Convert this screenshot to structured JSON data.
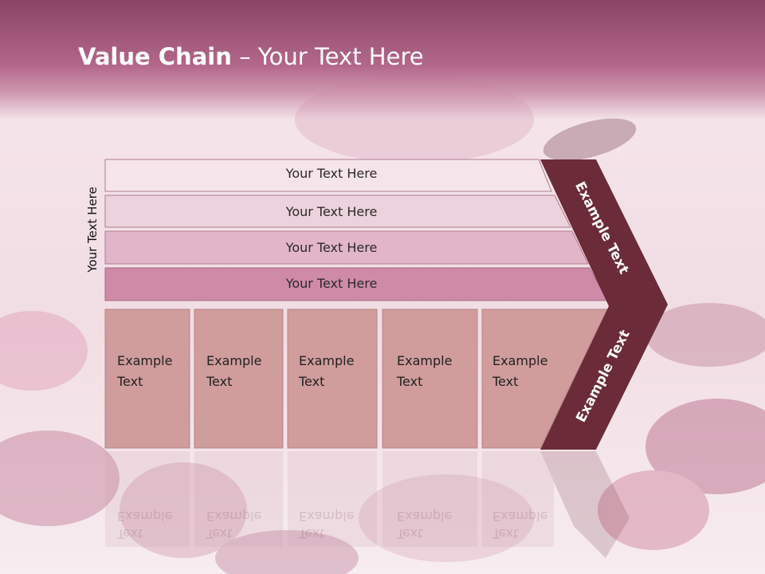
{
  "slide": {
    "title_bold": "Value Chain",
    "title_rest": " – Your Text Here",
    "side_label": "Your Text Here",
    "rows": [
      "Your Text Here",
      "Your Text Here",
      "Your Text Here",
      "Your Text Here"
    ],
    "boxes": [
      {
        "line1": "Example",
        "line2": "Text"
      },
      {
        "line1": "Example",
        "line2": "Text"
      },
      {
        "line1": "Example",
        "line2": "Text"
      },
      {
        "line1": "Example",
        "line2": "Text"
      },
      {
        "line1": "Example",
        "line2": "Text"
      }
    ],
    "arrow_upper": "Example Text",
    "arrow_lower": "Example Text"
  },
  "colors": {
    "title_band": "#a85a7e",
    "row_1": "#f5e4ea",
    "row_2": "#ecd2dc",
    "row_3": "#e2b5c8",
    "row_4": "#cf8aa8",
    "box_fill": "#d09c9c",
    "arrow": "#6b2b38"
  }
}
